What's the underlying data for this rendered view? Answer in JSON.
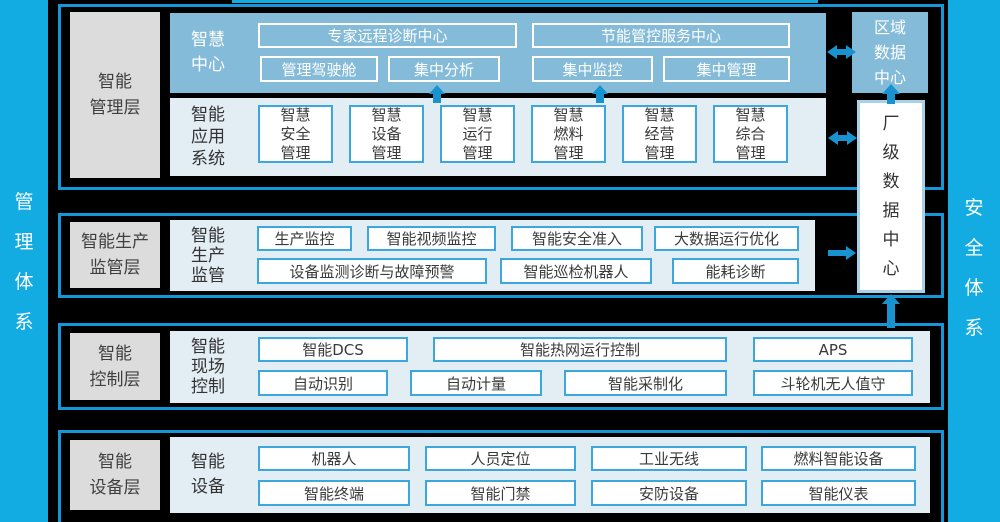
{
  "sidebars": {
    "left": "管理体系",
    "right": "安全体系"
  },
  "layer1": {
    "label": "智能\n管理层",
    "center": {
      "title": "智慧\n中心",
      "r1": [
        "专家远程诊断中心",
        "节能管控服务中心"
      ],
      "r2": [
        "管理驾驶舱",
        "集中分析",
        "集中监控",
        "集中管理"
      ]
    },
    "apps": {
      "title": "智能\n应用\n系统",
      "items": [
        "智慧\n安全\n管理",
        "智慧\n设备\n管理",
        "智慧\n运行\n管理",
        "智慧\n燃料\n管理",
        "智慧\n经营\n管理",
        "智慧\n综合\n管理"
      ]
    }
  },
  "layer2": {
    "label": "智能生产\n监管层",
    "title": "智能\n生产\n监管",
    "r1": [
      "生产监控",
      "智能视频监控",
      "智能安全准入",
      "大数据运行优化"
    ],
    "r2": [
      "设备监测诊断与故障预警",
      "智能巡检机器人",
      "能耗诊断"
    ]
  },
  "layer3": {
    "label": "智能\n控制层",
    "title": "智能\n现场\n控制",
    "r1": [
      "智能DCS",
      "智能热网运行控制",
      "APS"
    ],
    "r2": [
      "自动识别",
      "自动计量",
      "智能采制化",
      "斗轮机无人值守"
    ]
  },
  "layer4": {
    "label": "智能\n设备层",
    "title": "智能\n设备",
    "r1": [
      "机器人",
      "人员定位",
      "工业无线",
      "燃料智能设备"
    ],
    "r2": [
      "智能终端",
      "智能门禁",
      "安防设备",
      "智能仪表"
    ]
  },
  "data_centers": {
    "regional": "区域\n数据\n中心",
    "plant": "厂级数据中心"
  },
  "colors": {
    "sidebar_cyan": "#13ACE2",
    "layer_border": "#1497D6",
    "arrow_blue": "#1893CF",
    "button_border": "#3BA7DC",
    "center_blue": "#84BBD9",
    "panel_light": "#E2EDF4",
    "label_gray": "#DCDCDC"
  }
}
